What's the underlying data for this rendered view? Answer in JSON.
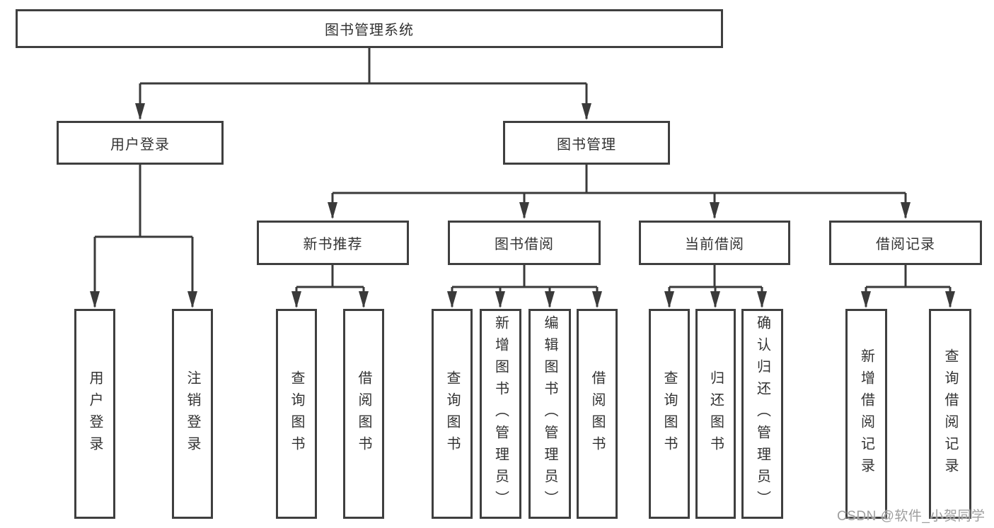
{
  "diagram_title": "图书管理系统",
  "tree": {
    "root": {
      "label": "图书管理系统"
    },
    "children": [
      {
        "label": "用户登录",
        "children": [
          {
            "label": "用户登录"
          },
          {
            "label": "注销登录"
          }
        ]
      },
      {
        "label": "图书管理",
        "children": [
          {
            "label": "新书推荐",
            "children": [
              {
                "label": "查询图书"
              },
              {
                "label": "借阅图书"
              }
            ]
          },
          {
            "label": "图书借阅",
            "children": [
              {
                "label": "查询图书"
              },
              {
                "label": "新增图书（管理员）"
              },
              {
                "label": "编辑图书（管理员）"
              },
              {
                "label": "借阅图书"
              }
            ]
          },
          {
            "label": "当前借阅",
            "children": [
              {
                "label": "查询图书"
              },
              {
                "label": "归还图书"
              },
              {
                "label": "确认归还（管理员）"
              }
            ]
          },
          {
            "label": "借阅记录",
            "children": [
              {
                "label": "新增借阅记录"
              },
              {
                "label": "查询借阅记录"
              }
            ]
          }
        ]
      }
    ]
  },
  "watermark": {
    "text": "CSDN @软件_小贺同学"
  },
  "colors": {
    "line": "#3a3a3a",
    "box_border": "#3f3f3f",
    "box_fill": "#ffffff",
    "text": "#333333",
    "watermark": "#9e9e9e"
  }
}
